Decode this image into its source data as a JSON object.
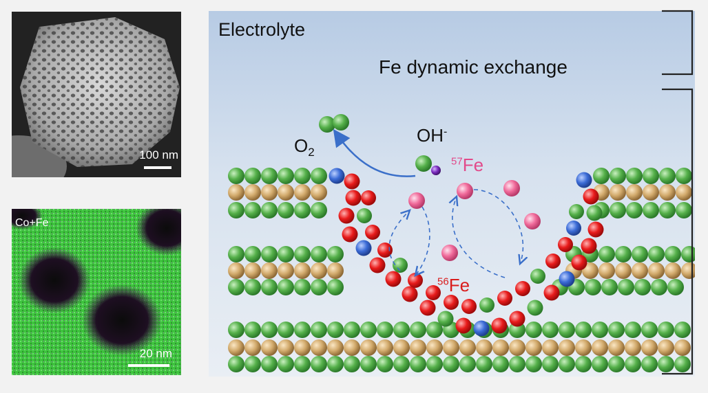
{
  "sem_panel": {
    "scale_label": "100 nm"
  },
  "eds_panel": {
    "title": "Co+Fe",
    "scale_label": "20 nm"
  },
  "scheme": {
    "electrolyte_label": "Electrolyte",
    "exchange_label": "Fe dynamic exchange",
    "o2_label": "O",
    "o2_subscript": "2",
    "oh_label": "OH",
    "oh_superscript": "-",
    "fe57_superscript": "57",
    "fe57_label": "Fe",
    "fe56_superscript": "56",
    "fe56_label": "Fe"
  },
  "colors": {
    "co_atom": "#4caf50",
    "layer_atom": "#c8a66a",
    "fe56_atom": "#e01a1a",
    "fe57_atom": "#f06a9a",
    "ni_atom": "#3b6bd6",
    "oh_atom": "#7b2cbf",
    "arrow": "#3a6fc9",
    "electrolyte_top": "#b9cde6"
  }
}
